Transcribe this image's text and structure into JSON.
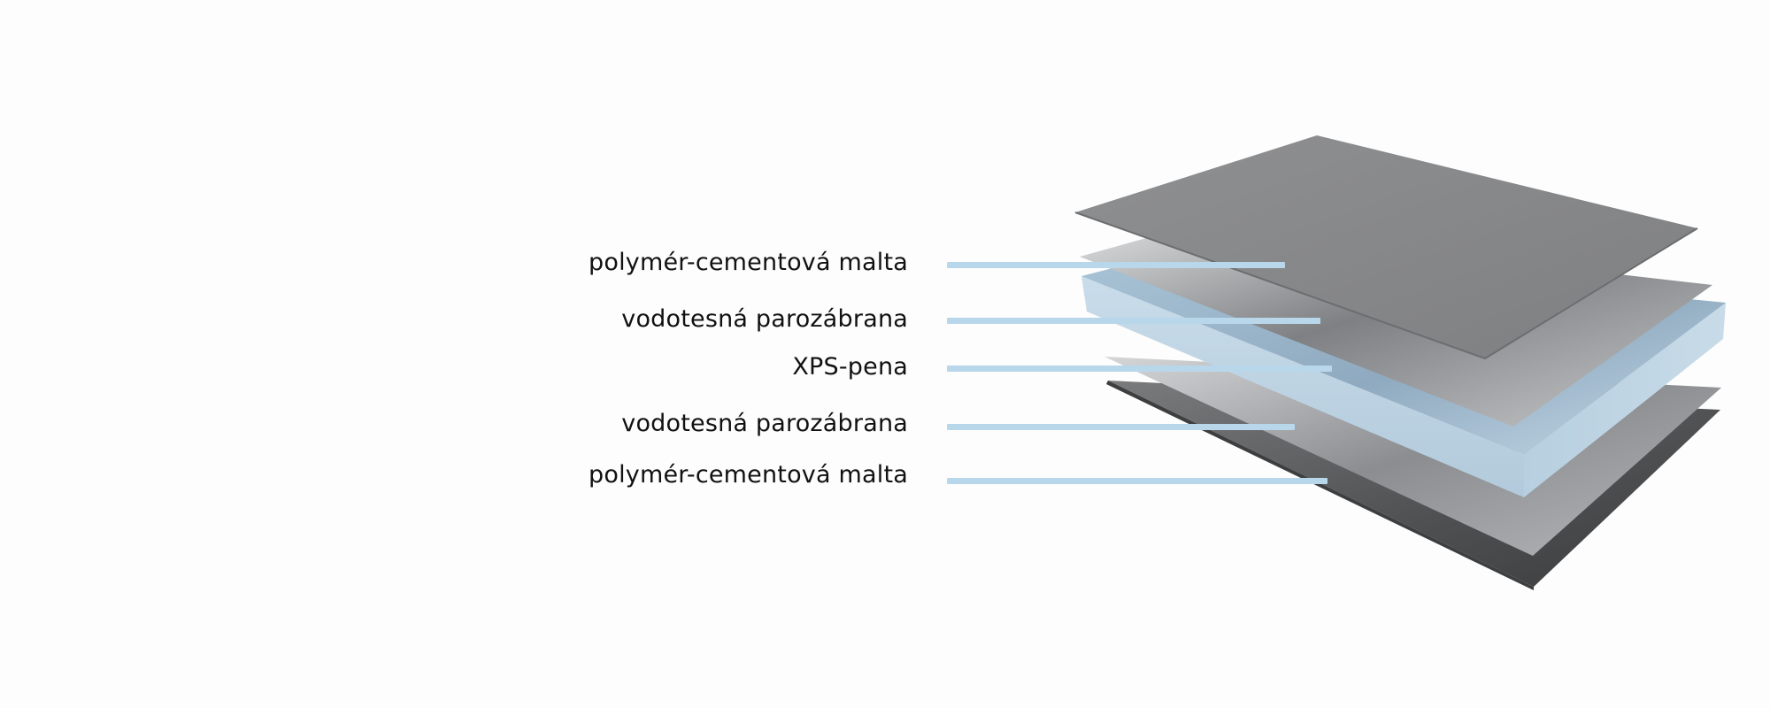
{
  "diagram": {
    "layers": [
      {
        "label": "polymér-cementová malta"
      },
      {
        "label": "vodotesná parozábrana"
      },
      {
        "label": "XPS-pena"
      },
      {
        "label": "vodotesná parozábrana"
      },
      {
        "label": "polymér-cementová malta"
      }
    ],
    "colors": {
      "leader_line": "#b9d7eb",
      "mortar_top": "#8a8b8c",
      "membrane": "#a4a6a8",
      "xps_foam": "#bcd3e3",
      "mortar_bottom": "#555658",
      "label_text": "#111111",
      "background": "#fdfdfd"
    }
  }
}
